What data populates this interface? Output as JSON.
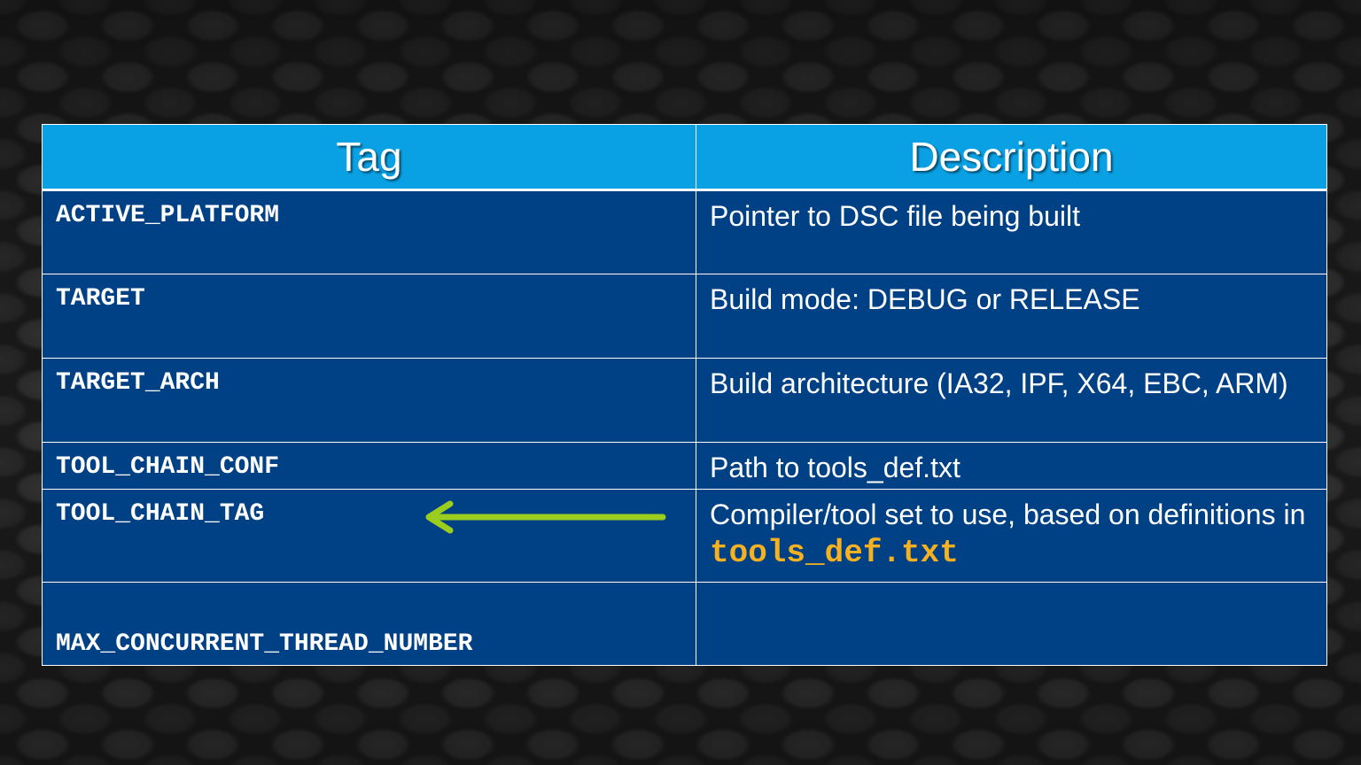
{
  "table": {
    "headers": {
      "tag": "Tag",
      "description": "Description"
    },
    "rows": [
      {
        "tag": "ACTIVE_PLATFORM",
        "description": "Pointer to DSC file being built",
        "highlighted": true
      },
      {
        "tag": "TARGET",
        "description": "Build mode: DEBUG or RELEASE",
        "highlighted": false
      },
      {
        "tag": "TARGET_ARCH",
        "description": "Build architecture (IA32, IPF, X64, EBC, ARM)",
        "highlighted": false
      },
      {
        "tag": "TOOL_CHAIN_CONF",
        "description": "Path to tools_def.txt",
        "highlighted": false
      },
      {
        "tag": "TOOL_CHAIN_TAG",
        "description_prefix": "Compiler/tool set to use, based on definitions in",
        "description_code": "tools_def.txt",
        "highlighted": true
      },
      {
        "tag": "MAX_CONCURRENT_THREAD_NUMBER",
        "description": "",
        "highlighted": false
      }
    ]
  },
  "colors": {
    "header_bg": "#0aa0e4",
    "row_bg": "#004185",
    "highlight_text": "#f5b120",
    "arrow": "#9acd1d"
  },
  "icons": {
    "pointer_arrow": "left-arrow-icon"
  }
}
